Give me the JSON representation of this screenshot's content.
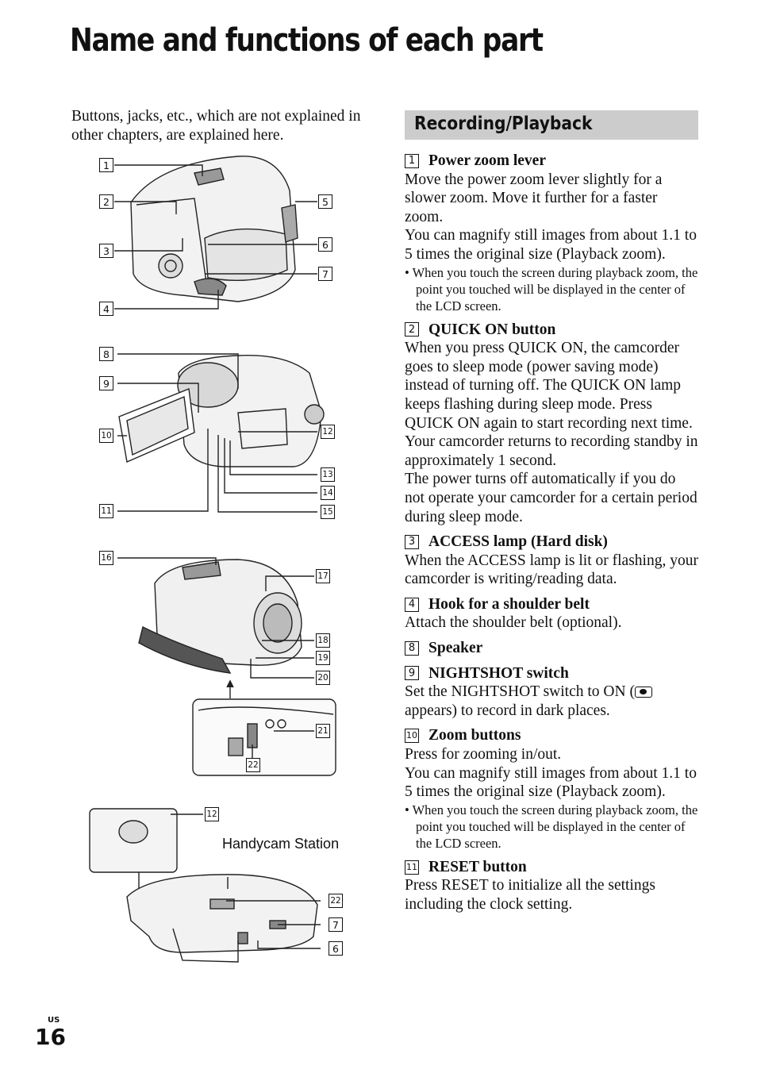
{
  "title": "Name and functions of each part",
  "intro": "Buttons, jacks, etc., which are not explained in other chapters, are explained here.",
  "section": "Recording/Playback",
  "figures": {
    "station_label": "Handycam Station",
    "camera_top": [
      "1",
      "2",
      "3",
      "4",
      "5",
      "6",
      "7"
    ],
    "camera_side": [
      "8",
      "9",
      "10",
      "11",
      "12",
      "13",
      "14",
      "15"
    ],
    "camera_front": [
      "16",
      "17",
      "18",
      "19",
      "20",
      "21",
      "22"
    ],
    "station": [
      "12",
      "22",
      "7",
      "6"
    ]
  },
  "entries": [
    {
      "num": "1",
      "title": "Power zoom lever",
      "body": [
        "Move the power zoom lever slightly for a slower zoom. Move it further for a faster zoom.",
        "You can magnify still images from about 1.1 to 5 times the original size (Playback zoom)."
      ],
      "note": "• When you touch the screen during playback zoom, the point you touched will be displayed in the center of the LCD screen."
    },
    {
      "num": "2",
      "title": "QUICK ON button",
      "body": [
        "When you press QUICK ON, the camcorder goes to sleep mode (power saving mode) instead of turning off. The QUICK ON lamp keeps flashing during sleep mode. Press QUICK ON again to start recording next time. Your camcorder returns to recording standby in approximately 1 second.",
        "The power turns off automatically if you do not operate your camcorder for a certain period during sleep mode."
      ]
    },
    {
      "num": "3",
      "title": "ACCESS lamp (Hard disk)",
      "body": [
        "When the ACCESS lamp is lit or flashing, your camcorder is writing/reading data."
      ]
    },
    {
      "num": "4",
      "title": "Hook for a shoulder belt",
      "body": [
        "Attach the shoulder belt (optional)."
      ]
    },
    {
      "num": "8",
      "title": "Speaker",
      "body": []
    },
    {
      "num": "9",
      "title": "NIGHTSHOT switch",
      "body_a": "Set the NIGHTSHOT switch to ON (",
      "body_b": " appears) to record in dark places."
    },
    {
      "num": "10",
      "title": "Zoom buttons",
      "body": [
        "Press for zooming in/out.",
        "You can magnify still images from about 1.1 to 5 times the original size (Playback zoom)."
      ],
      "note": "• When you touch the screen during playback zoom, the point you touched will be displayed in the center of the LCD screen."
    },
    {
      "num": "11",
      "title": "RESET button",
      "body": [
        "Press RESET to initialize all the settings including the clock setting."
      ]
    }
  ],
  "footer": {
    "region": "US",
    "page": "16"
  }
}
